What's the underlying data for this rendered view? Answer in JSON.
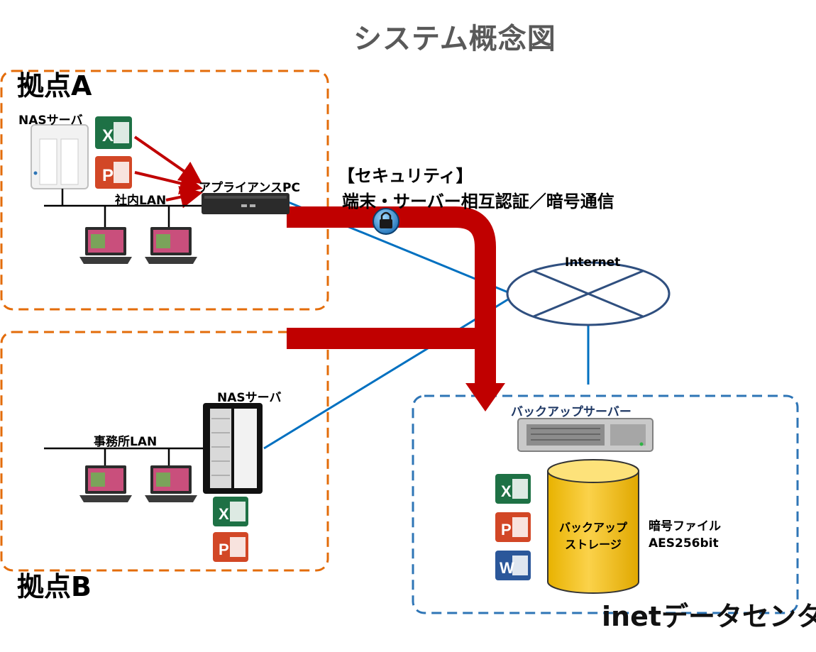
{
  "title": "システム概念図",
  "site_a": {
    "label": "拠点A",
    "nas_label": "NASサーバ",
    "lan_label": "社内LAN",
    "appliance_label": "アプライアンスPC"
  },
  "site_b": {
    "label": "拠点B",
    "nas_label": "NASサーバ",
    "lan_label": "事務所LAN"
  },
  "security": {
    "title": "【セキュリティ】",
    "desc": "端末・サーバー相互認証／暗号通信"
  },
  "internet_label": "Internet",
  "datacenter": {
    "backup_server_label": "バックアップサーバー",
    "storage_line1": "バックアップ",
    "storage_line2": "ストレージ",
    "encrypt_line1": "暗号ファイル",
    "encrypt_line2": "AES256bit",
    "name": "inetデータセンター"
  },
  "icons": [
    "excel-icon",
    "powerpoint-icon",
    "word-icon",
    "lock-icon",
    "laptop-icon",
    "nas-icon",
    "server-icon"
  ],
  "colors": {
    "site_border": "#e36c0a",
    "dc_border": "#2e75b6",
    "link": "#0070c0",
    "flow": "#c00000",
    "internet": "#2f4f7f",
    "storage": "#f5c518",
    "excel": "#1e7145",
    "powerpoint": "#d24726",
    "word": "#2b579a"
  }
}
